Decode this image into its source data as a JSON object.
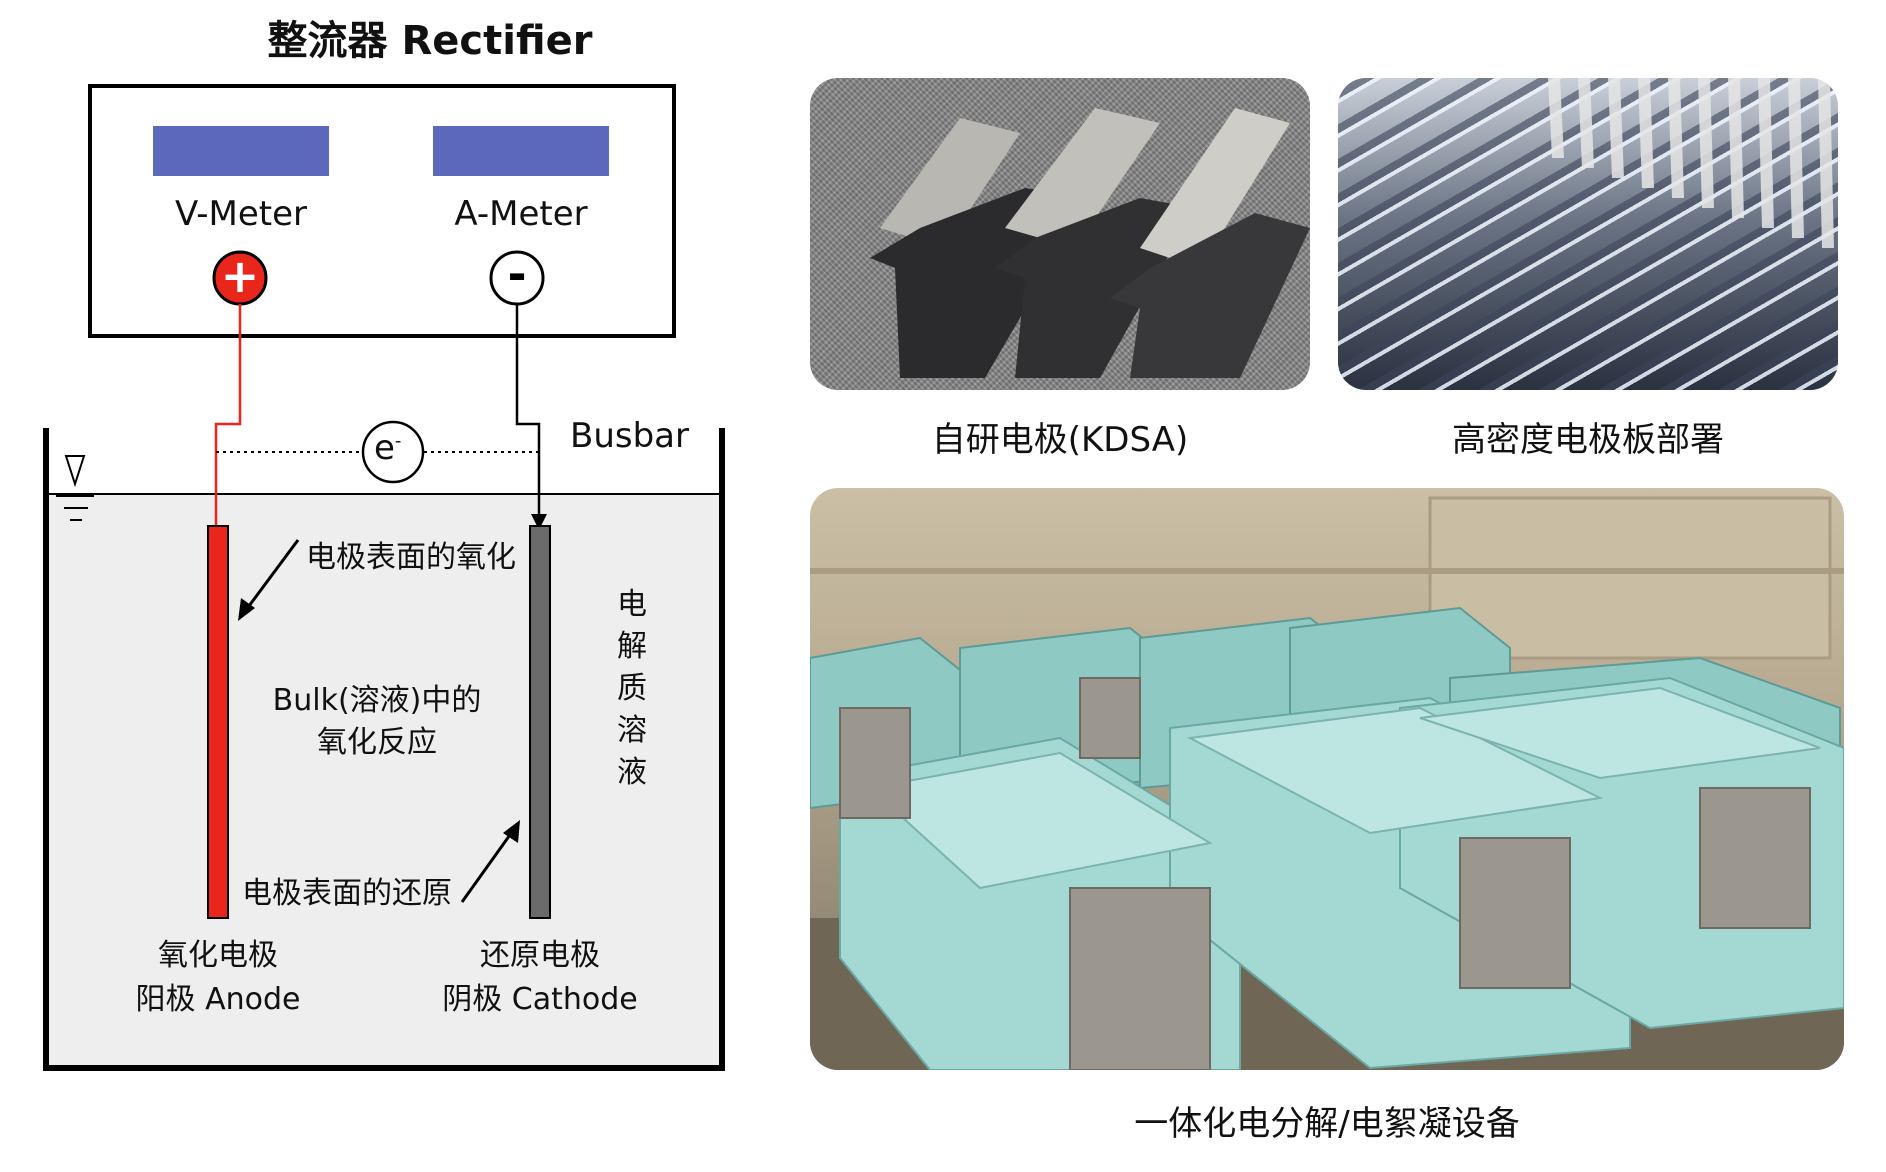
{
  "schematic": {
    "rectifier_title": "整流器 Rectifier",
    "v_meter": "V-Meter",
    "a_meter": "A-Meter",
    "plus_symbol": "+",
    "minus_symbol": "-",
    "electron": "e",
    "electron_sup": "-",
    "busbar": "Busbar",
    "anode_surface_oxidation": "电极表面的氧化",
    "bulk_reaction_line1": "Bulk(溶液)中的",
    "bulk_reaction_line2": "氧化反应",
    "cathode_surface_reduction": "电极表面的还原",
    "electrolyte_chars": [
      "电",
      "解",
      "质",
      "溶",
      "液"
    ],
    "anode_line1": "氧化电极",
    "anode_line2": "阳极   Anode",
    "cathode_line1": "还原电极",
    "cathode_line2": "阴极   Cathode",
    "colors": {
      "meter_fill": "#5b68bb",
      "anode": "#e8261c",
      "cathode": "#6b6b6b",
      "tank_fill": "#eeeeee"
    }
  },
  "photos": {
    "kdsa_caption": "自研电极(KDSA)",
    "dense_caption": "高密度电极板部署",
    "equipment_caption": "一体化电分解/电絮凝设备"
  }
}
